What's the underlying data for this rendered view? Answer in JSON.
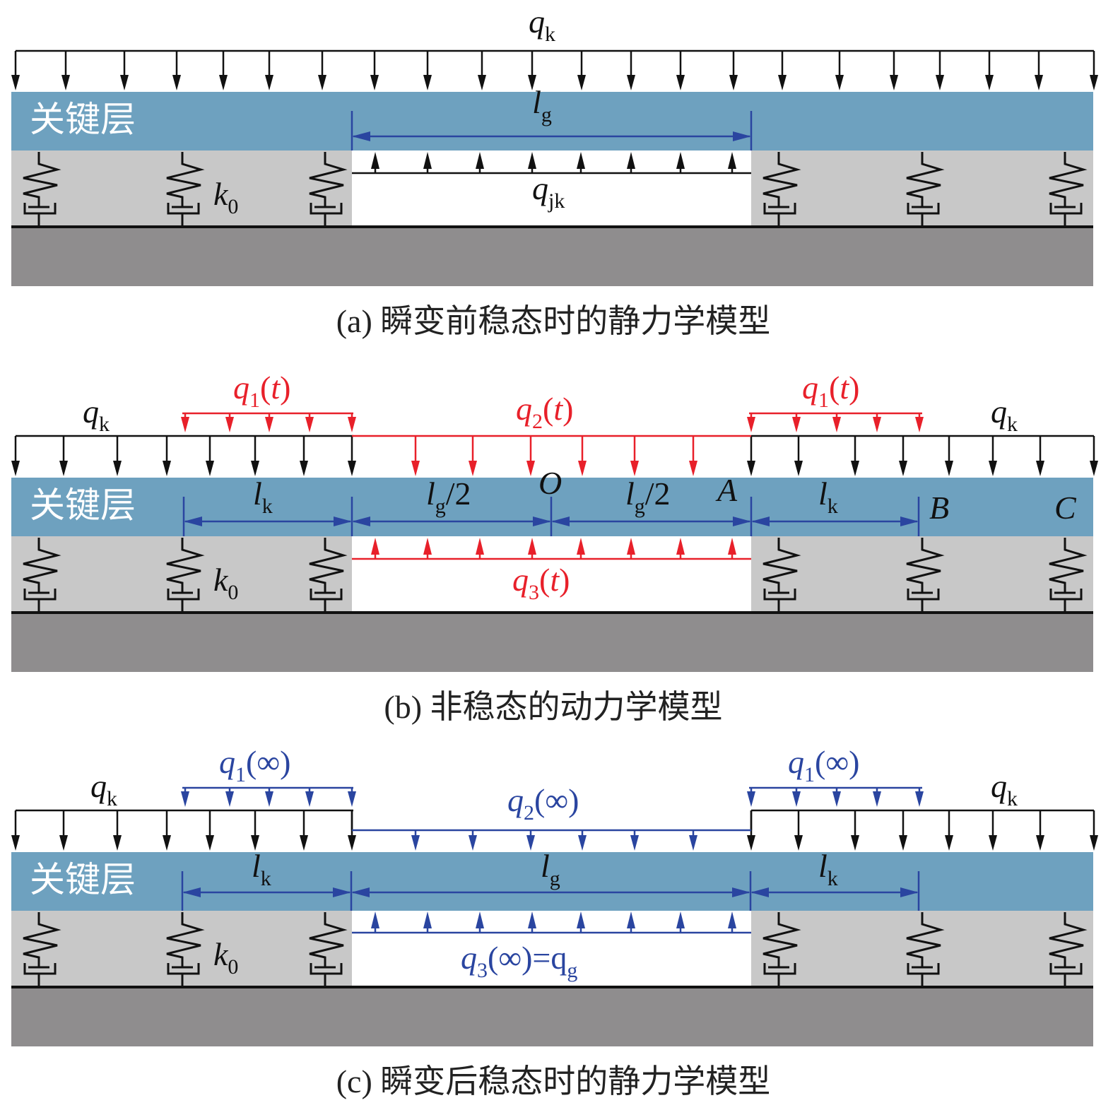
{
  "colors": {
    "beam": "#6ea1bf",
    "soft": "#c8c8c8",
    "ground": "#8f8d8e",
    "black": "#111111",
    "red": "#e8202a",
    "blue": "#2a45a0"
  },
  "key_layer_label": "关键层",
  "panels": [
    {
      "id": "a",
      "caption": "(a) 瞬变前稳态时的静力学模型",
      "color": "black",
      "labels": [
        [
          {
            "t": "q",
            "i": 1
          },
          {
            "t": "k",
            "s": 1
          }
        ],
        [
          {
            "t": "l",
            "i": 1
          },
          {
            "t": "g",
            "s": 1
          }
        ],
        [
          {
            "t": "q",
            "i": 1
          },
          {
            "t": "jk",
            "s": 1
          }
        ],
        [
          {
            "t": "k",
            "i": 1
          },
          {
            "t": "0",
            "s": 1
          }
        ]
      ]
    },
    {
      "id": "b",
      "caption": "(b) 非稳态的动力学模型",
      "color": "red",
      "labels": [
        [
          {
            "t": "q",
            "i": 1
          },
          {
            "t": "1",
            "s": 1
          },
          {
            "t": "("
          },
          {
            "t": "t",
            "i": 1
          },
          {
            "t": ")"
          }
        ],
        [
          {
            "t": "q",
            "i": 1
          },
          {
            "t": "1",
            "s": 1
          },
          {
            "t": "("
          },
          {
            "t": "t",
            "i": 1
          },
          {
            "t": ")"
          }
        ],
        [
          {
            "t": "q",
            "i": 1
          },
          {
            "t": "2",
            "s": 1
          },
          {
            "t": "("
          },
          {
            "t": "t",
            "i": 1
          },
          {
            "t": ")"
          }
        ],
        [
          {
            "t": "q",
            "i": 1
          },
          {
            "t": "k",
            "s": 1
          }
        ],
        [
          {
            "t": "q",
            "i": 1
          },
          {
            "t": "k",
            "s": 1
          }
        ],
        [
          {
            "t": "l",
            "i": 1
          },
          {
            "t": "k",
            "s": 1
          }
        ],
        [
          {
            "t": "l",
            "i": 1
          },
          {
            "t": "g",
            "s": 1
          },
          {
            "t": "/2"
          }
        ],
        [
          {
            "t": "O",
            "i": 1
          }
        ],
        [
          {
            "t": "l",
            "i": 1
          },
          {
            "t": "g",
            "s": 1
          },
          {
            "t": "/2"
          }
        ],
        [
          {
            "t": "A",
            "i": 1
          }
        ],
        [
          {
            "t": "l",
            "i": 1
          },
          {
            "t": "k",
            "s": 1
          }
        ],
        [
          {
            "t": "B",
            "i": 1
          }
        ],
        [
          {
            "t": "C",
            "i": 1
          }
        ],
        [
          {
            "t": "q",
            "i": 1
          },
          {
            "t": "3",
            "s": 1
          },
          {
            "t": "("
          },
          {
            "t": "t",
            "i": 1
          },
          {
            "t": ")"
          }
        ],
        [
          {
            "t": "k",
            "i": 1
          },
          {
            "t": "0",
            "s": 1
          }
        ]
      ]
    },
    {
      "id": "c",
      "caption": "(c) 瞬变后稳态时的静力学模型",
      "color": "blue",
      "labels": [
        [
          {
            "t": "q",
            "i": 1
          },
          {
            "t": "1",
            "s": 1
          },
          {
            "t": "(∞)"
          }
        ],
        [
          {
            "t": "q",
            "i": 1
          },
          {
            "t": "1",
            "s": 1
          },
          {
            "t": "(∞)"
          }
        ],
        [
          {
            "t": "q",
            "i": 1
          },
          {
            "t": "2",
            "s": 1
          },
          {
            "t": "(∞)"
          }
        ],
        [
          {
            "t": "q",
            "i": 1
          },
          {
            "t": "k",
            "s": 1
          }
        ],
        [
          {
            "t": "q",
            "i": 1
          },
          {
            "t": "k",
            "s": 1
          }
        ],
        [
          {
            "t": "l",
            "i": 1
          },
          {
            "t": "k",
            "s": 1
          }
        ],
        [
          {
            "t": "l",
            "i": 1
          },
          {
            "t": "g",
            "s": 1
          }
        ],
        [
          {
            "t": "l",
            "i": 1
          },
          {
            "t": "k",
            "s": 1
          }
        ],
        [
          {
            "t": "q",
            "i": 1
          },
          {
            "t": "3",
            "s": 1
          },
          {
            "t": "(∞)=q"
          },
          {
            "t": "g",
            "s": 1
          }
        ],
        [
          {
            "t": "k",
            "i": 1
          },
          {
            "t": "0",
            "s": 1
          }
        ]
      ]
    }
  ]
}
